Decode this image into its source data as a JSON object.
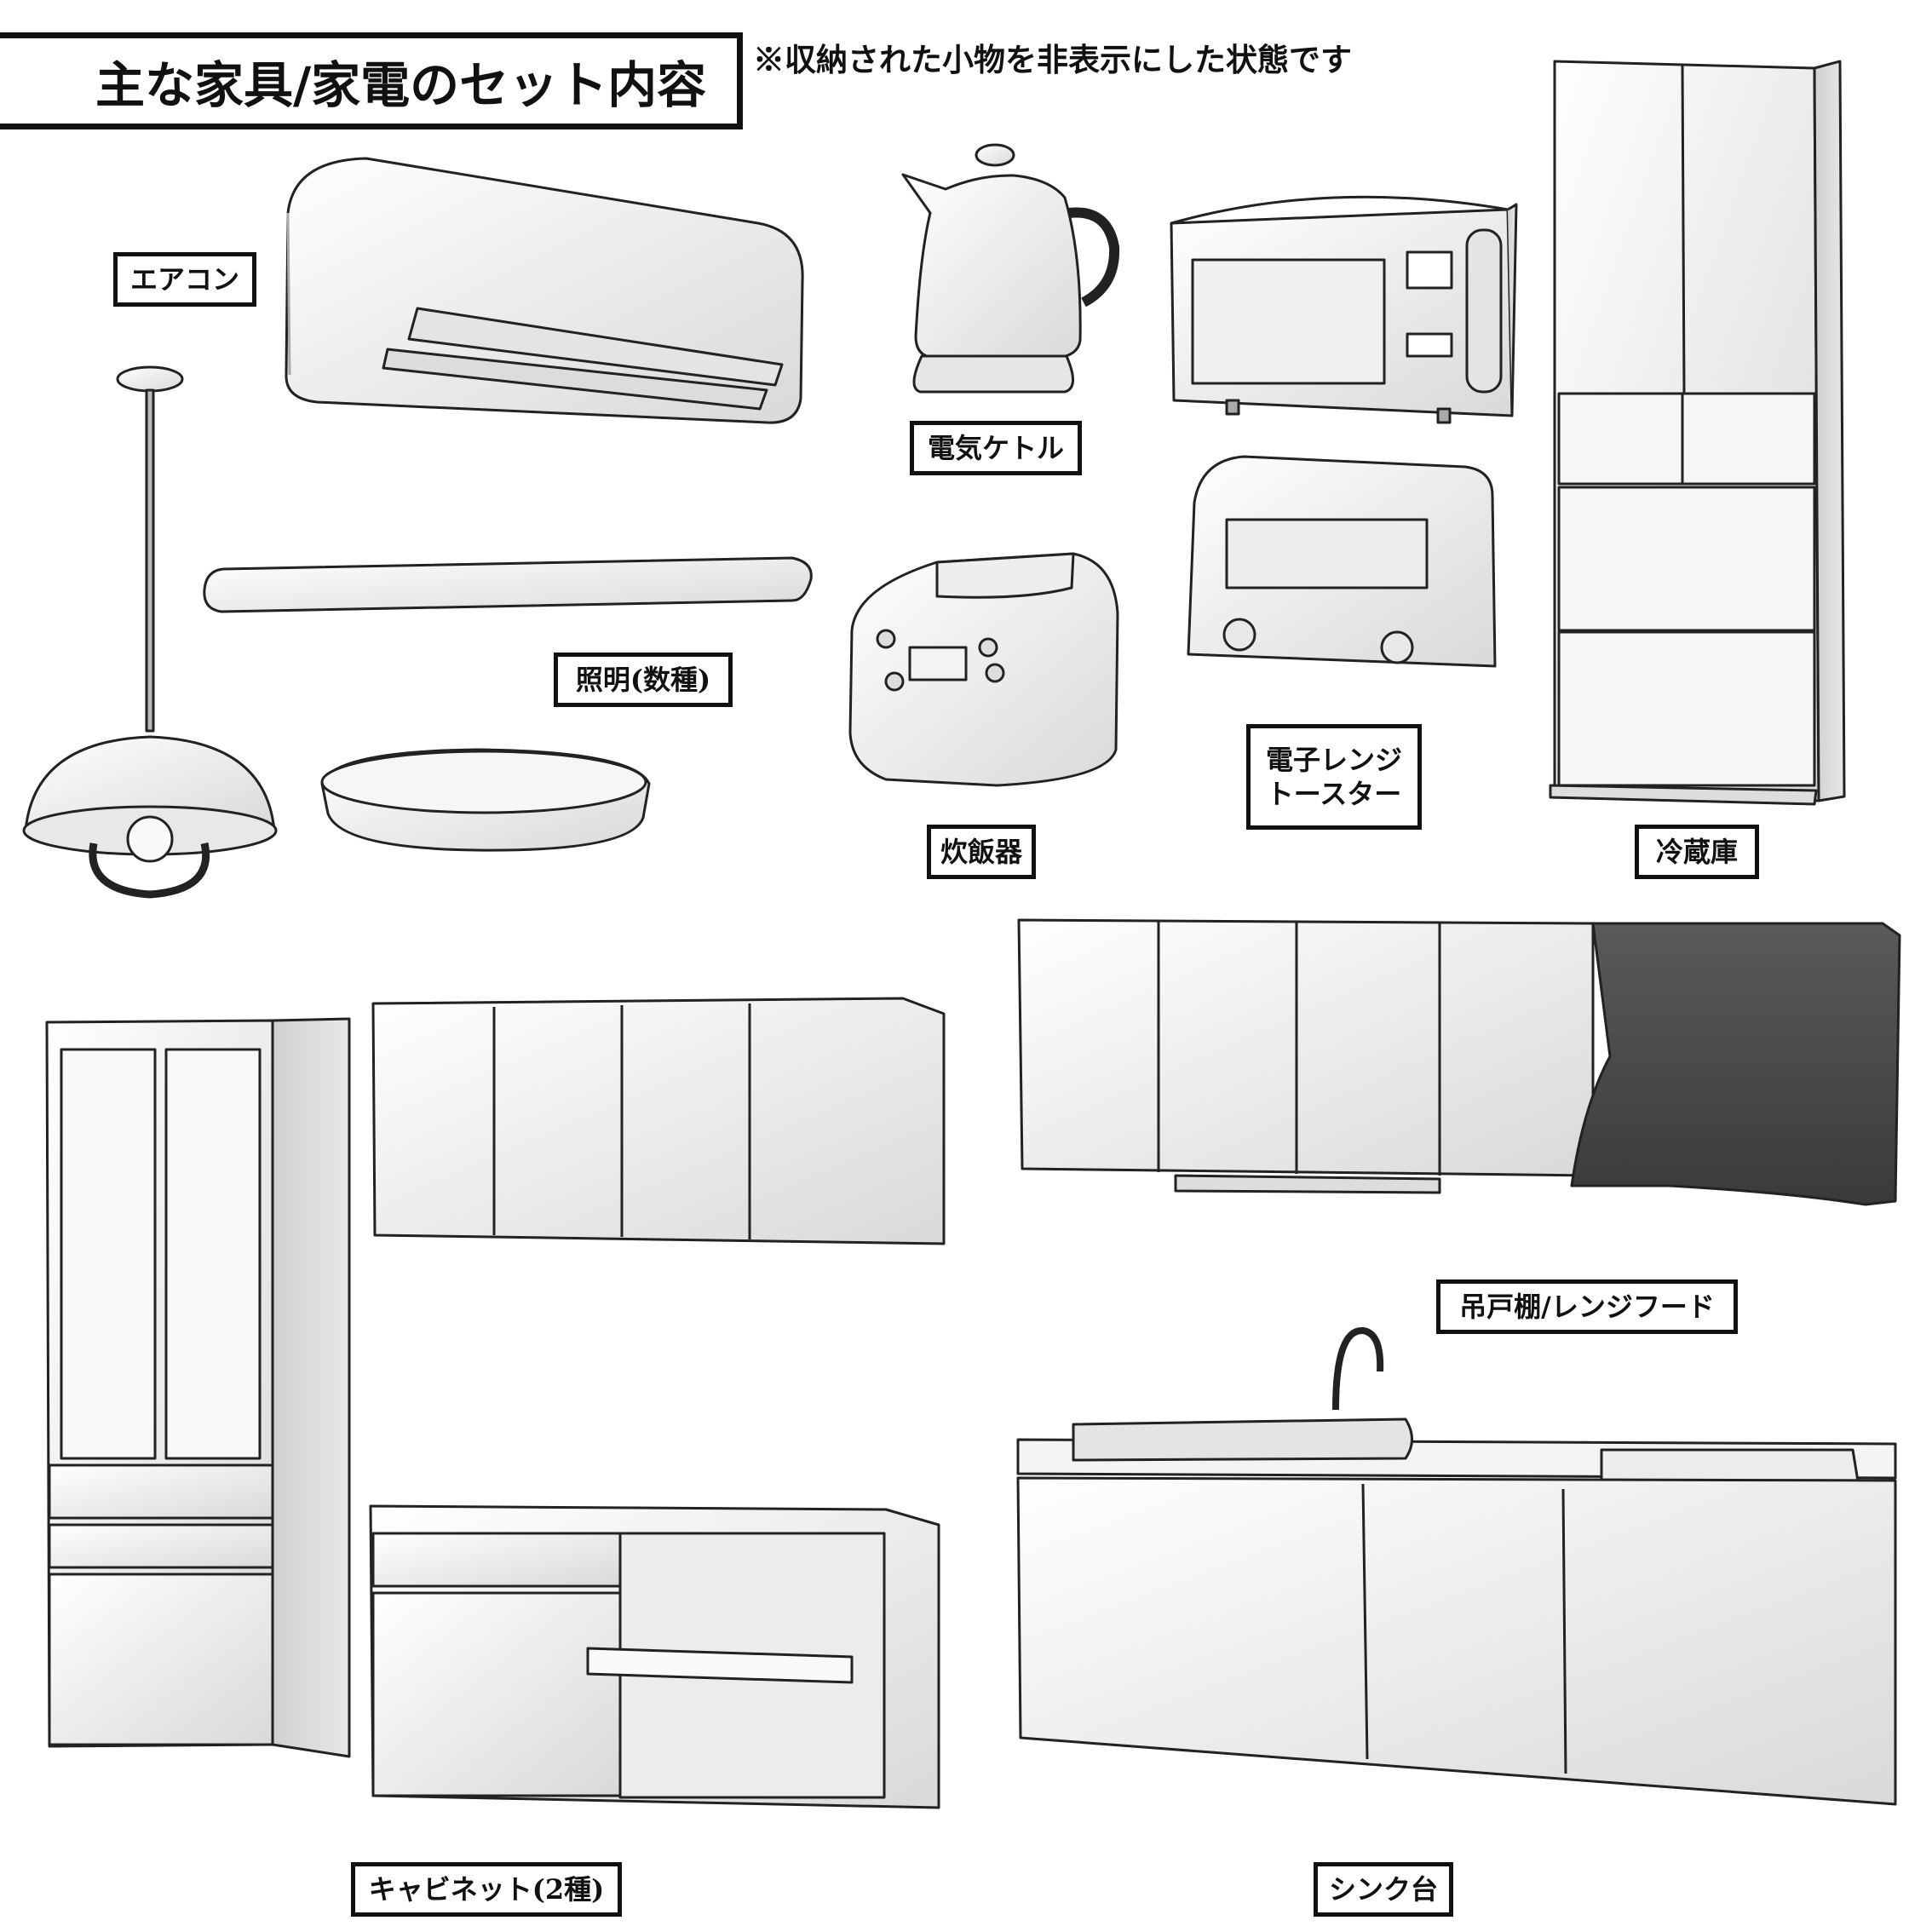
{
  "title": "主な家具/家電のセット内容",
  "note": "※収納された小物を非表示にした状態です",
  "labels": {
    "aircon": "エアコン",
    "kettle": "電気ケトル",
    "lighting": "照明(数種)",
    "rice_cooker": "炊飯器",
    "microwave_line1": "電子レンジ",
    "microwave_line2": "トースター",
    "fridge": "冷蔵庫",
    "hood": "吊戸棚/レンジフード",
    "cabinet": "キャビネット(2種)",
    "sink": "シンク台"
  },
  "colors": {
    "line": "#222222",
    "hood_dark": "#4a4a4a",
    "surface": "#f2f2f2"
  }
}
